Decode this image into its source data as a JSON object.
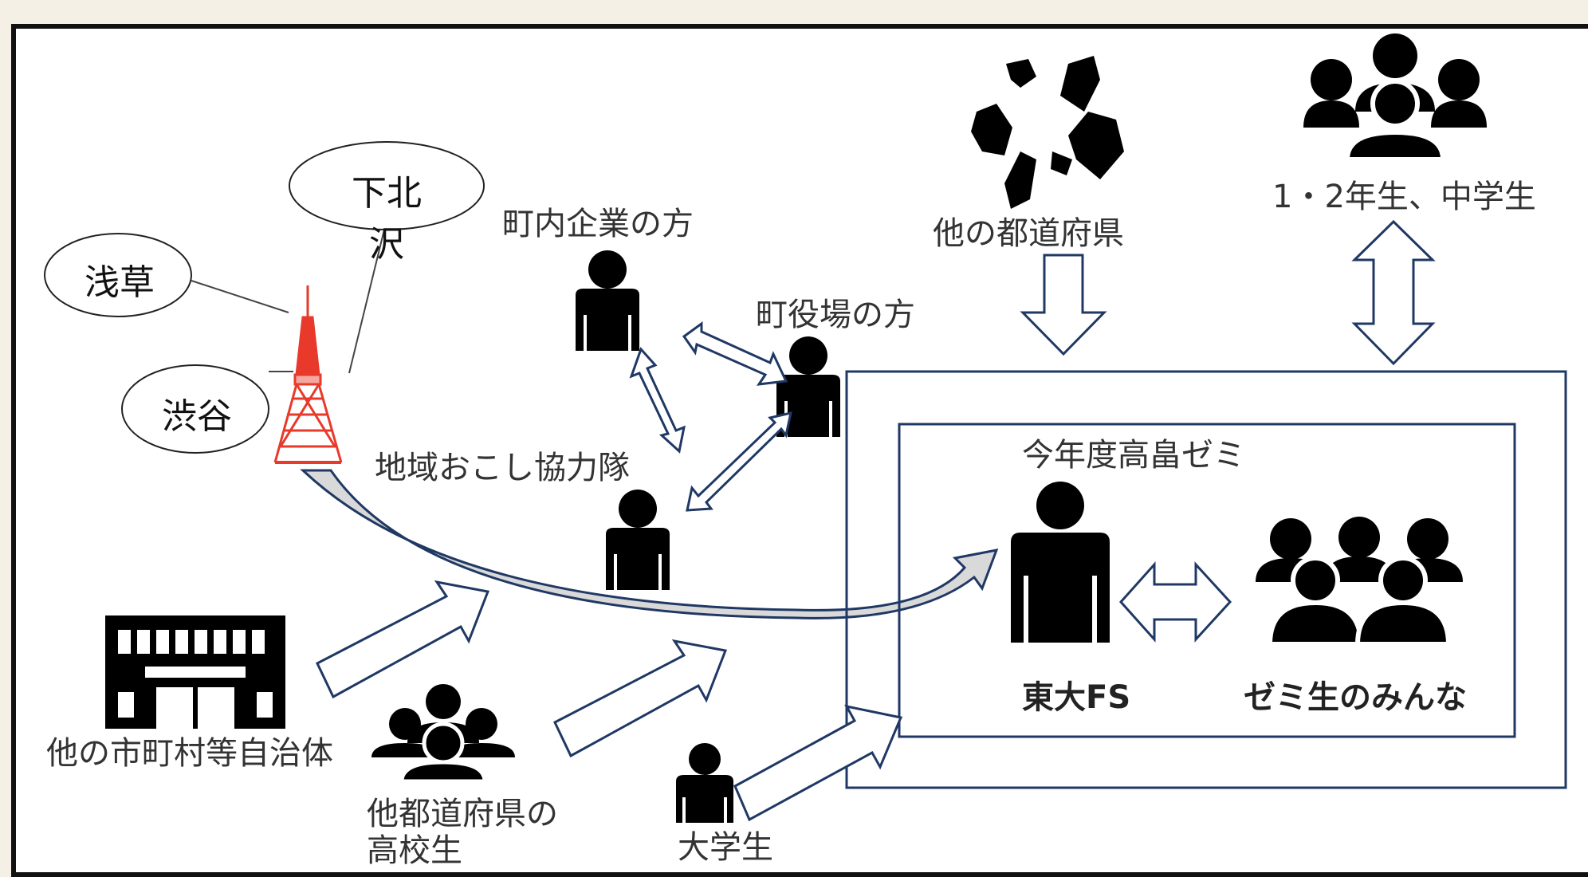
{
  "labels": {
    "shimokitazawa": "下北沢",
    "asakusa": "浅草",
    "shibuya": "渋谷",
    "local_companies": "町内企業の方",
    "town_office": "町役場の方",
    "cooperation_team": "地域おこし協力隊",
    "other_prefectures": "他の都道府県",
    "junior_students": "1・2年生、中学生",
    "this_year_seminar": "今年度高畠ゼミ",
    "todai_fs": "東大FS",
    "seminar_members": "ゼミ生のみんな",
    "other_municipalities": "他の市町村等自治体",
    "other_pref_hs": "他都道府県の\n高校生",
    "univ_students": "大学生"
  },
  "colors": {
    "arrow_outline": "#1f3864",
    "box_border": "#1f3864",
    "tower": "#e8392b",
    "icon": "#000000"
  }
}
